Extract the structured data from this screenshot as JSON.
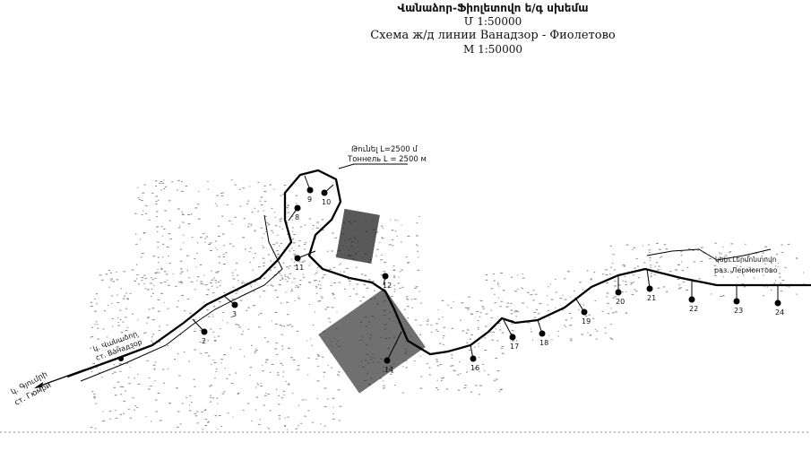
{
  "header": {
    "title_hy": "Վանաձոր-Ֆիոլետովո ե/գ սխեմա",
    "scale_hy": "Մ 1:50000",
    "title_ru": "Схема ж/д линии Ванадзор - Фиолетово",
    "scale_ru": "М 1:50000"
  },
  "tunnel": {
    "label_hy": "Թունել L=2500 մ",
    "label_ru": "Тоннель L = 2500 м"
  },
  "stations": {
    "gyumri_hy": "կ. Գյումրի",
    "gyumri_ru": "ст. Гюмри",
    "vanadzor_hy": "կ. Վանաձոր",
    "vanadzor_ru": "ст. Ванадзор",
    "lermontovo_hy": "կետ Լերմոնտովո",
    "lermontovo_ru": "раз. Лермонтово"
  },
  "km_markers": [
    "2",
    "3",
    "8",
    "9",
    "10",
    "11",
    "12",
    "14",
    "16",
    "17",
    "18",
    "19",
    "20",
    "21",
    "22",
    "23",
    "24"
  ]
}
